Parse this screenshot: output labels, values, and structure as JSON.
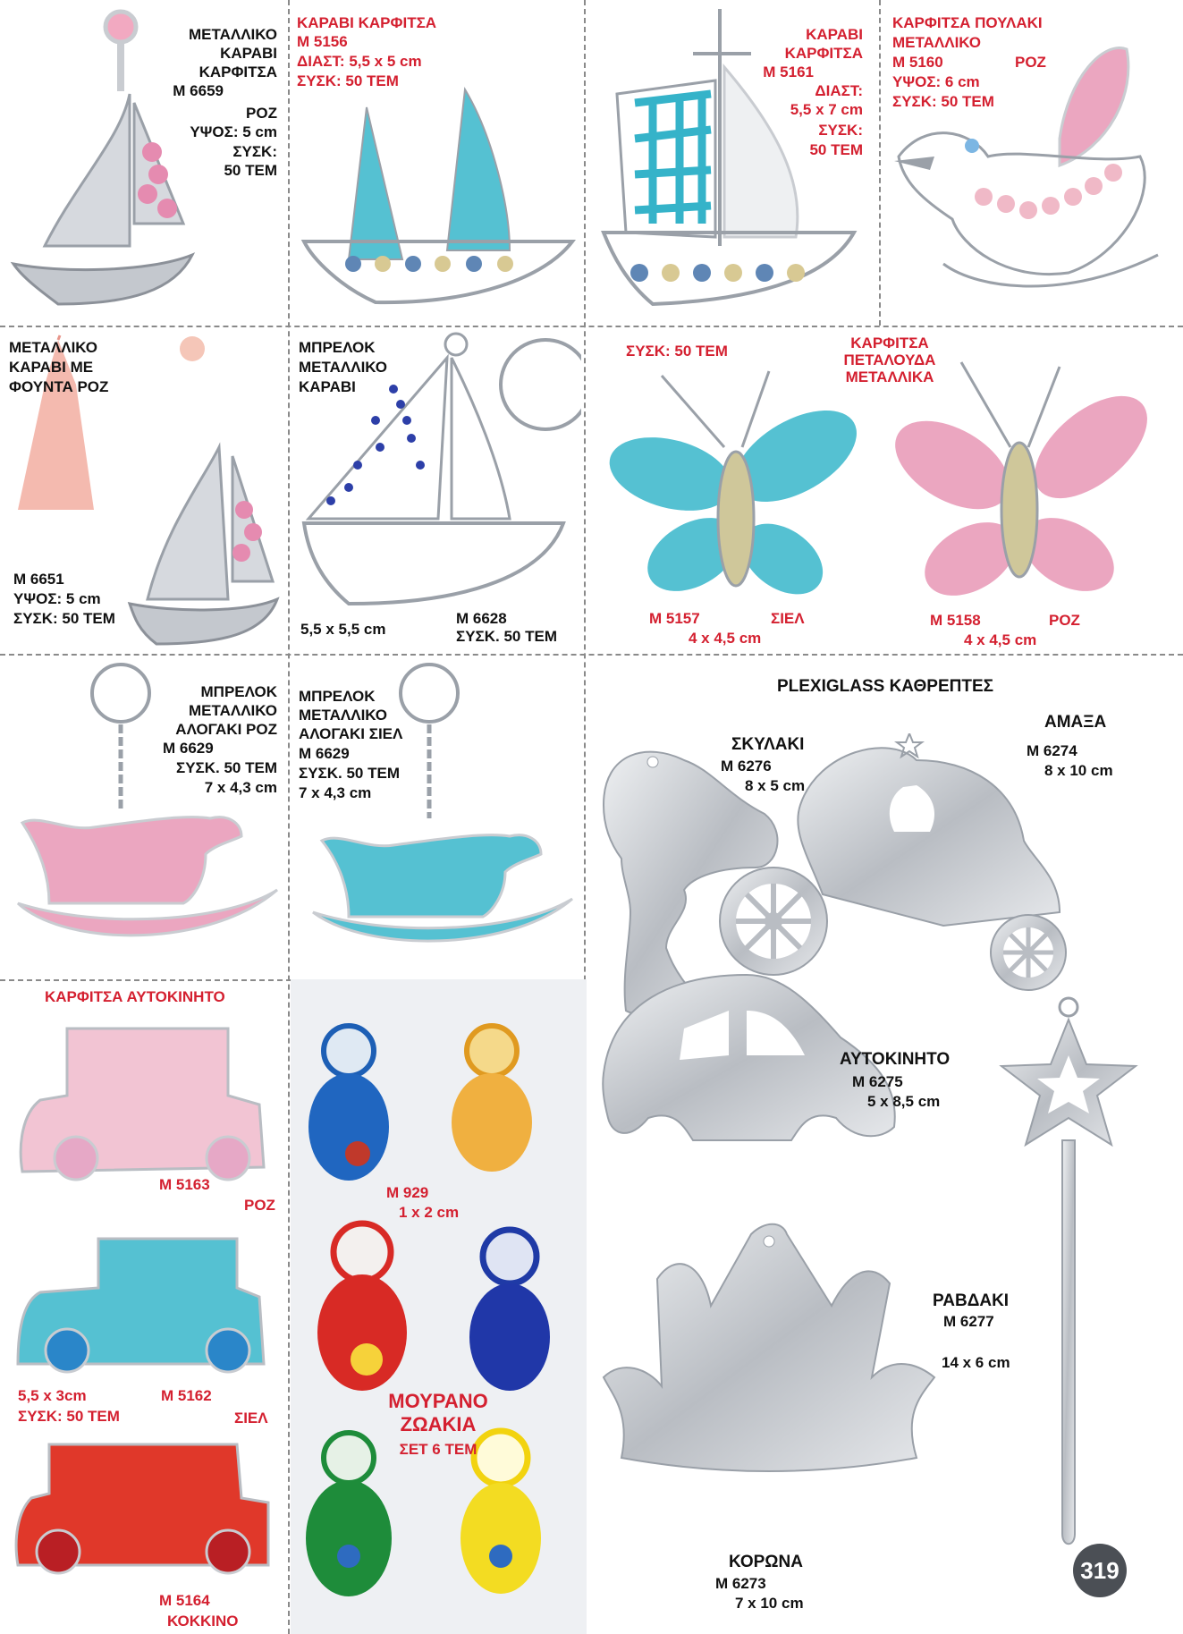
{
  "page_number": "319",
  "colors": {
    "accent": "#d42030",
    "bead_blue": "#35b3c9",
    "bead_pink": "#e89ab8",
    "bead_red": "#e0382a",
    "silver": "#c9ccd1"
  },
  "row1": {
    "p1": {
      "lines": [
        "ΜΕΤΑΛΛΙΚΟ",
        "ΚΑΡΑΒΙ",
        "ΚΑΡΦΙΤΣΑ",
        "Μ 6659"
      ],
      "color": "ΡΟΖ",
      "size": "ΥΨΟΣ: 5 cm",
      "pack1": "ΣΥΣΚ:",
      "pack2": "50 ΤΕΜ"
    },
    "p2": {
      "title": "ΚΑΡΑΒΙ ΚΑΡΦΙΤΣΑ",
      "code": "Μ 5156",
      "size": "ΔΙΑΣΤ: 5,5 x 5 cm",
      "pack": "ΣΥΣΚ: 50 ΤΕΜ"
    },
    "p3": {
      "lines": [
        "ΚΑΡΑΒΙ",
        "ΚΑΡΦΙΤΣΑ",
        "Μ 5161"
      ],
      "size1": "ΔΙΑΣΤ:",
      "size2": "5,5 x 7 cm",
      "pack1": "ΣΥΣΚ:",
      "pack2": "50 ΤΕΜ"
    },
    "p4": {
      "line1": "ΚΑΡΦΙΤΣΑ ΠΟΥΛΑΚΙ",
      "line2": "ΜΕΤΑΛΛΙΚΟ",
      "code": "Μ 5160",
      "color": "ΡΟΖ",
      "size": "ΥΨΟΣ: 6 cm",
      "pack": "ΣΥΣΚ: 50 ΤΕΜ"
    }
  },
  "row2": {
    "p1": {
      "lines": [
        "ΜΕΤΑΛΛΙΚΟ",
        "ΚΑΡΑΒΙ ΜΕ",
        "ΦΟΥΝΤΑ ΡΟΖ"
      ],
      "code": "Μ 6651",
      "size": "ΥΨΟΣ: 5 cm",
      "pack": "ΣΥΣΚ: 50 ΤΕΜ"
    },
    "p2": {
      "lines": [
        "ΜΠΡΕΛΟΚ",
        "ΜΕΤΑΛΛΙΚΟ",
        "ΚΑΡΑΒΙ"
      ],
      "size": "5,5 x 5,5 cm",
      "code": "Μ 6628",
      "pack": "ΣΥΣΚ. 50 ΤΕΜ"
    },
    "p3": {
      "pack": "ΣΥΣΚ: 50 ΤΕΜ",
      "title": [
        "ΚΑΡΦΙΤΣΑ",
        "ΠΕΤΑΛΟΥΔΑ",
        "ΜΕΤΑΛΛΙΚΑ"
      ],
      "blue": {
        "code": "Μ 5157",
        "color": "ΣΙΕΛ",
        "size": "4 x 4,5 cm"
      },
      "pink": {
        "code": "Μ 5158",
        "color": "ΡΟΖ",
        "size": "4 x 4,5 cm"
      }
    }
  },
  "row3": {
    "p1": {
      "lines": [
        "ΜΠΡΕΛΟΚ",
        "ΜΕΤΑΛΛΙΚΟ",
        "ΑΛΟΓΑΚΙ ΡΟΖ",
        "Μ 6629",
        "ΣΥΣΚ. 50 ΤΕΜ",
        "7 x 4,3 cm"
      ]
    },
    "p2": {
      "lines": [
        "ΜΠΡΕΛΟΚ",
        "ΜΕΤΑΛΛΙΚΟ",
        "ΑΛΟΓΑΚΙ ΣΙΕΛ",
        "Μ 6629",
        "ΣΥΣΚ. 50 ΤΕΜ",
        "7 x 4,3 cm"
      ]
    }
  },
  "plexi": {
    "title": "PLEXIGLASS ΚΑΘΡΕΠΤΕΣ",
    "dog": {
      "name": "ΣΚΥΛΑΚΙ",
      "code": "Μ 6276",
      "size": "8 x 5 cm"
    },
    "carriage": {
      "name": "ΑΜΑΞΑ",
      "code": "Μ 6274",
      "size": "8 x 10 cm"
    },
    "car": {
      "name": "ΑΥΤΟΚΙΝΗΤΟ",
      "code": "Μ 6275",
      "size": "5 x 8,5 cm"
    },
    "wand": {
      "name": "ΡΑΒΔΑΚΙ",
      "code": "Μ 6277",
      "size": "14 x 6 cm"
    },
    "crown": {
      "name": "ΚΟΡΩΝΑ",
      "code": "Μ 6273",
      "size": "7 x 10 cm"
    }
  },
  "cars": {
    "title": "ΚΑΡΦΙΤΣΑ ΑΥΤΟΚΙΝΗΤΟ",
    "pink": {
      "code": "Μ 5163",
      "color": "ΡΟΖ"
    },
    "blue": {
      "size": "5,5 x 3cm",
      "code": "Μ 5162",
      "pack": "ΣΥΣΚ: 50 ΤΕΜ",
      "color": "ΣΙΕΛ"
    },
    "red": {
      "code": "Μ 5164",
      "color": "ΚΟΚΚΙΝΟ"
    }
  },
  "murano": {
    "code": "Μ 929",
    "size": "1 x 2 cm",
    "title1": "ΜΟΥΡΑΝΟ",
    "title2": "ΖΩΑΚΙΑ",
    "set": "ΣΕΤ 6 ΤΕΜ"
  }
}
